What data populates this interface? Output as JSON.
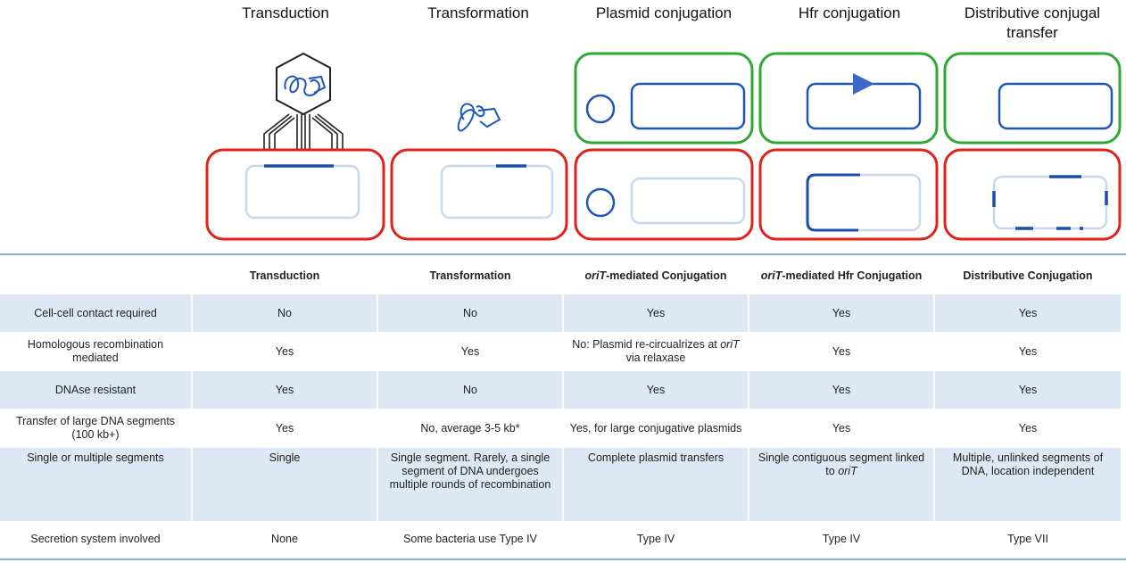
{
  "columns": [
    {
      "title": "Transduction"
    },
    {
      "title": "Transformation"
    },
    {
      "title": "Plasmid conjugation"
    },
    {
      "title": "Hfr conjugation"
    },
    {
      "title": "Distributive conjugal transfer"
    }
  ],
  "table": {
    "headers": [
      {
        "text": ""
      },
      {
        "text": "Transduction"
      },
      {
        "text": "Transformation"
      },
      {
        "italic": "oriT",
        "text": "-mediated Conjugation"
      },
      {
        "italic": "oriT",
        "text": "-mediated Hfr Conjugation"
      },
      {
        "text": "Distributive Conjugation"
      }
    ],
    "rows": [
      {
        "label": "Cell-cell contact required",
        "cells": [
          {
            "text": "No"
          },
          {
            "text": "No"
          },
          {
            "text": "Yes"
          },
          {
            "text": "Yes"
          },
          {
            "text": "Yes"
          }
        ]
      },
      {
        "label": "Homologous recombination mediated",
        "cells": [
          {
            "text": "Yes"
          },
          {
            "text": "Yes"
          },
          {
            "text": "No: Plasmid re-circualrizes at ",
            "italic": "oriT",
            "after": " via relaxase"
          },
          {
            "text": "Yes"
          },
          {
            "text": "Yes"
          }
        ]
      },
      {
        "label": "DNAse resistant",
        "cells": [
          {
            "text": "Yes"
          },
          {
            "text": "No"
          },
          {
            "text": "Yes"
          },
          {
            "text": "Yes"
          },
          {
            "text": "Yes"
          }
        ]
      },
      {
        "label": "Transfer of large DNA segments (100 kb+)",
        "cells": [
          {
            "text": "Yes"
          },
          {
            "text": "No, average 3-5 kb*"
          },
          {
            "text": "Yes, for large conjugative plasmids"
          },
          {
            "text": "Yes"
          },
          {
            "text": "Yes"
          }
        ]
      },
      {
        "label": "Single or multiple segments",
        "cells": [
          {
            "text": "Single"
          },
          {
            "text": "Single segment. Rarely, a single segment of DNA undergoes multiple rounds of recombination"
          },
          {
            "text": "Complete plasmid transfers"
          },
          {
            "text": "Single contiguous segment linked to ",
            "italic": "oriT"
          },
          {
            "text": "Multiple, unlinked segments of DNA, location independent"
          }
        ]
      },
      {
        "label": "Secretion system involved",
        "cells": [
          {
            "text": "None"
          },
          {
            "text": "Some bacteria use Type IV"
          },
          {
            "text": "Type IV"
          },
          {
            "text": "Type IV"
          },
          {
            "text": "Type VII"
          }
        ]
      }
    ]
  },
  "colors": {
    "donor_border": "#2ea836",
    "recipient_border": "#e0221c",
    "donor_dna": "#1f57b8",
    "recipient_dna": "#c9d8ef",
    "transferred_dna": "#1a4fa8",
    "row_shade": "#dce8f4",
    "rule_line": "#7fb2df"
  }
}
